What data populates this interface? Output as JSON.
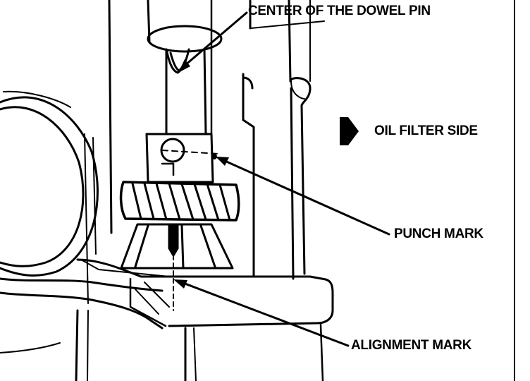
{
  "diagram": {
    "labels": {
      "dowel_pin": "CENTER OF THE DOWEL PIN",
      "oil_filter_side": "OIL FILTER SIDE",
      "punch_mark": "PUNCH MARK",
      "alignment_mark": "ALIGNMENT MARK"
    },
    "icons": {
      "direction_arrow": "right-arrow-icon"
    },
    "colors": {
      "ink": "#000000",
      "paper": "#ffffff"
    }
  }
}
